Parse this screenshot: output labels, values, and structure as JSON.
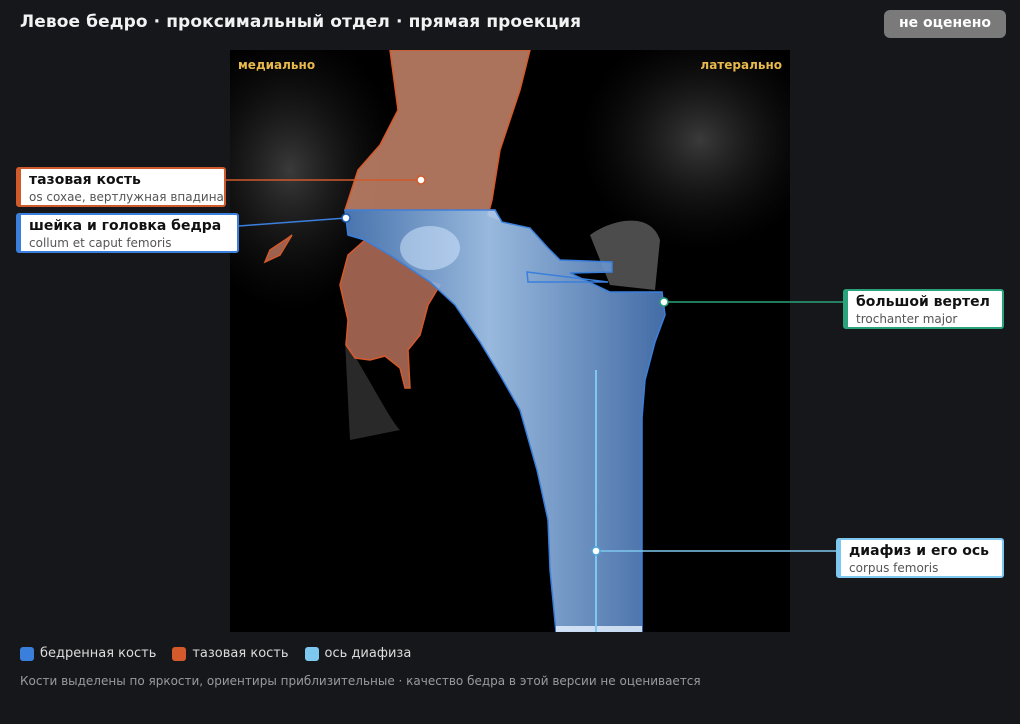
{
  "header": {
    "title": "Левое бедро · проксимальный отдел · прямая проекция",
    "status_badge": "не оценено"
  },
  "image": {
    "orientation_left": "медиально",
    "orientation_right": "латерально"
  },
  "labels": {
    "pelvis": {
      "title": "тазовая кость",
      "subtitle": "os coxae, вертлужная впадина"
    },
    "neck": {
      "title": "шейка и головка бедра",
      "subtitle": "collum et caput femoris"
    },
    "trochanter": {
      "title": "большой вертел",
      "subtitle": "trochanter major"
    },
    "shaft": {
      "title": "диафиз и его ось",
      "subtitle": "corpus femoris"
    }
  },
  "legend": [
    {
      "label": "бедренная кость",
      "color": "#3b7fdc"
    },
    {
      "label": "тазовая кость",
      "color": "#d45a2c"
    },
    {
      "label": "ось диафиза",
      "color": "#7ec8ef"
    }
  ],
  "footnote": "Кости выделены по яркости, ориентиры приблизительные · качество бедра в этой версии не оценивается",
  "colors": {
    "femur": "#3b7fdc",
    "pelvis": "#cf5a2b",
    "shaft_axis": "#7ec8ef",
    "trochanter": "#2aa37a",
    "orientation_text": "#e8b94c"
  }
}
